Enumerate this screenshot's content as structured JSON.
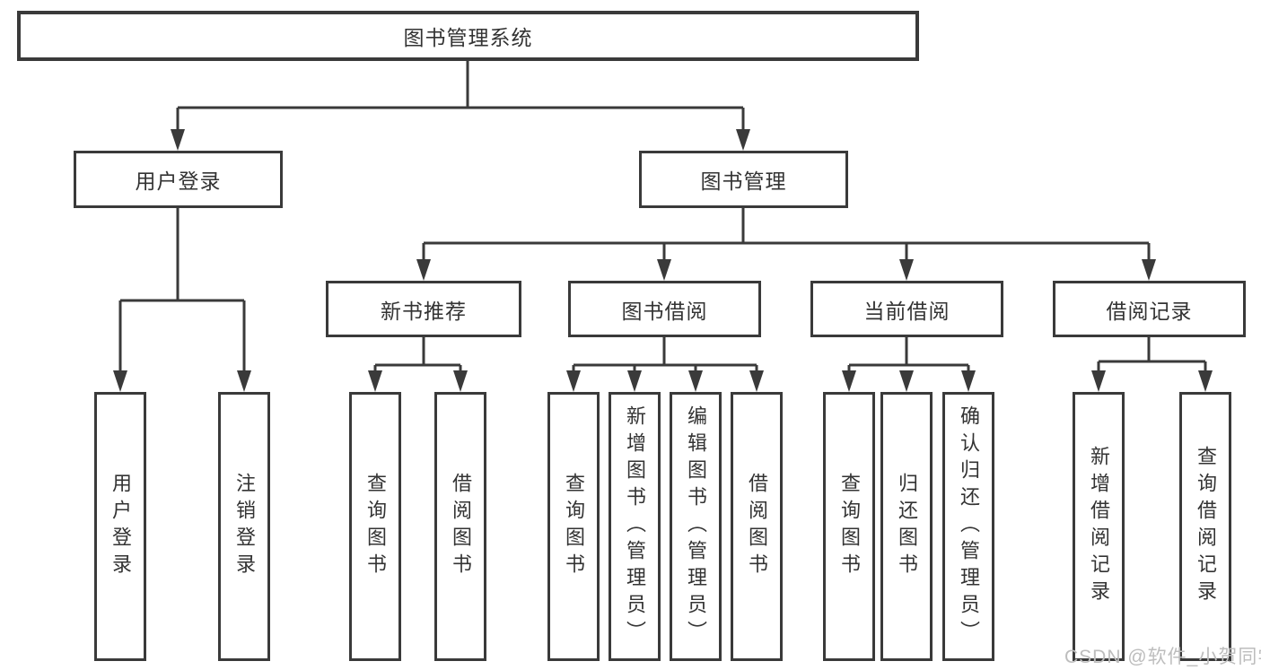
{
  "diagram": {
    "root": {
      "label": "图书管理系统"
    },
    "level2": [
      {
        "label": "用户登录",
        "children": [
          "用户登录",
          "注销登录"
        ]
      },
      {
        "label": "图书管理"
      }
    ],
    "level3": [
      {
        "label": "新书推荐",
        "children": [
          "查询图书",
          "借阅图书"
        ]
      },
      {
        "label": "图书借阅",
        "children": [
          "查询图书",
          "新增图书（管理员）",
          "编辑图书（管理员）",
          "借阅图书"
        ]
      },
      {
        "label": "当前借阅",
        "children": [
          "查询图书",
          "归还图书",
          "确认归还（管理员）"
        ]
      },
      {
        "label": "借阅记录",
        "children": [
          "新增借阅记录",
          "查询借阅记录"
        ]
      }
    ]
  },
  "watermark": {
    "text": "CSDN @软件_小贺同学"
  },
  "colors": {
    "line": "#3a3a3a",
    "box_border": "#3a3a3a",
    "box_fill": "#ffffff",
    "text": "#333333",
    "watermark": "#bdbdbd",
    "background": "#ffffff"
  }
}
